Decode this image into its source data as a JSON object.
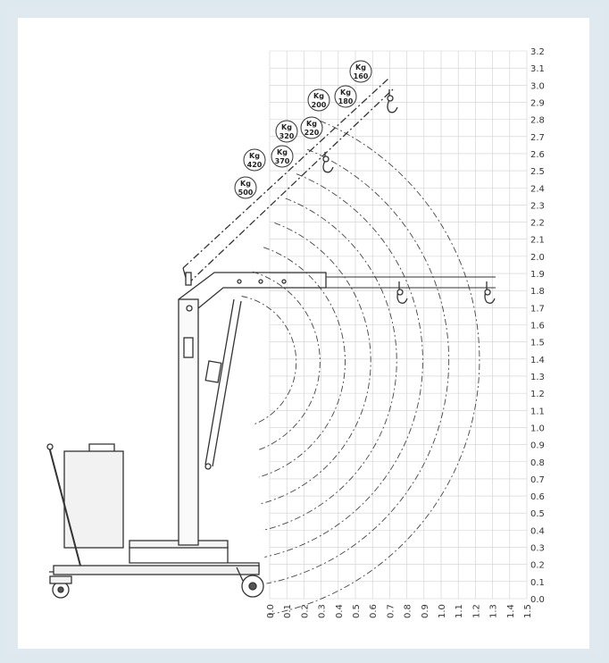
{
  "chart_data": {
    "type": "diagram",
    "y_ticks": [
      "0.0",
      "0.1",
      "0.2",
      "0.3",
      "0.4",
      "0.5",
      "0.6",
      "0.7",
      "0.8",
      "0.9",
      "1.0",
      "1.1",
      "1.2",
      "1.3",
      "1.4",
      "1.5",
      "1.6",
      "1.7",
      "1.8",
      "1.9",
      "2.0",
      "2.1",
      "2.2",
      "2.3",
      "2.4",
      "2.5",
      "2.6",
      "2.7",
      "2.8",
      "2.9",
      "3.0",
      "3.1",
      "3.2"
    ],
    "x_ticks": [
      "0.0",
      "0.1",
      "0.2",
      "0.3",
      "0.4",
      "0.5",
      "0.6",
      "0.7",
      "0.8",
      "0.9",
      "1.0",
      "1.1",
      "1.2",
      "1.3",
      "1.4",
      "1.5"
    ],
    "capacity_labels": [
      {
        "unit": "Kg",
        "value": "160"
      },
      {
        "unit": "Kg",
        "value": "180"
      },
      {
        "unit": "Kg",
        "value": "200"
      },
      {
        "unit": "Kg",
        "value": "220"
      },
      {
        "unit": "Kg",
        "value": "320"
      },
      {
        "unit": "Kg",
        "value": "370"
      },
      {
        "unit": "Kg",
        "value": "420"
      },
      {
        "unit": "Kg",
        "value": "500"
      }
    ],
    "ylim": [
      0,
      3.2
    ],
    "xlim": [
      0,
      1.5
    ],
    "grid": true
  }
}
